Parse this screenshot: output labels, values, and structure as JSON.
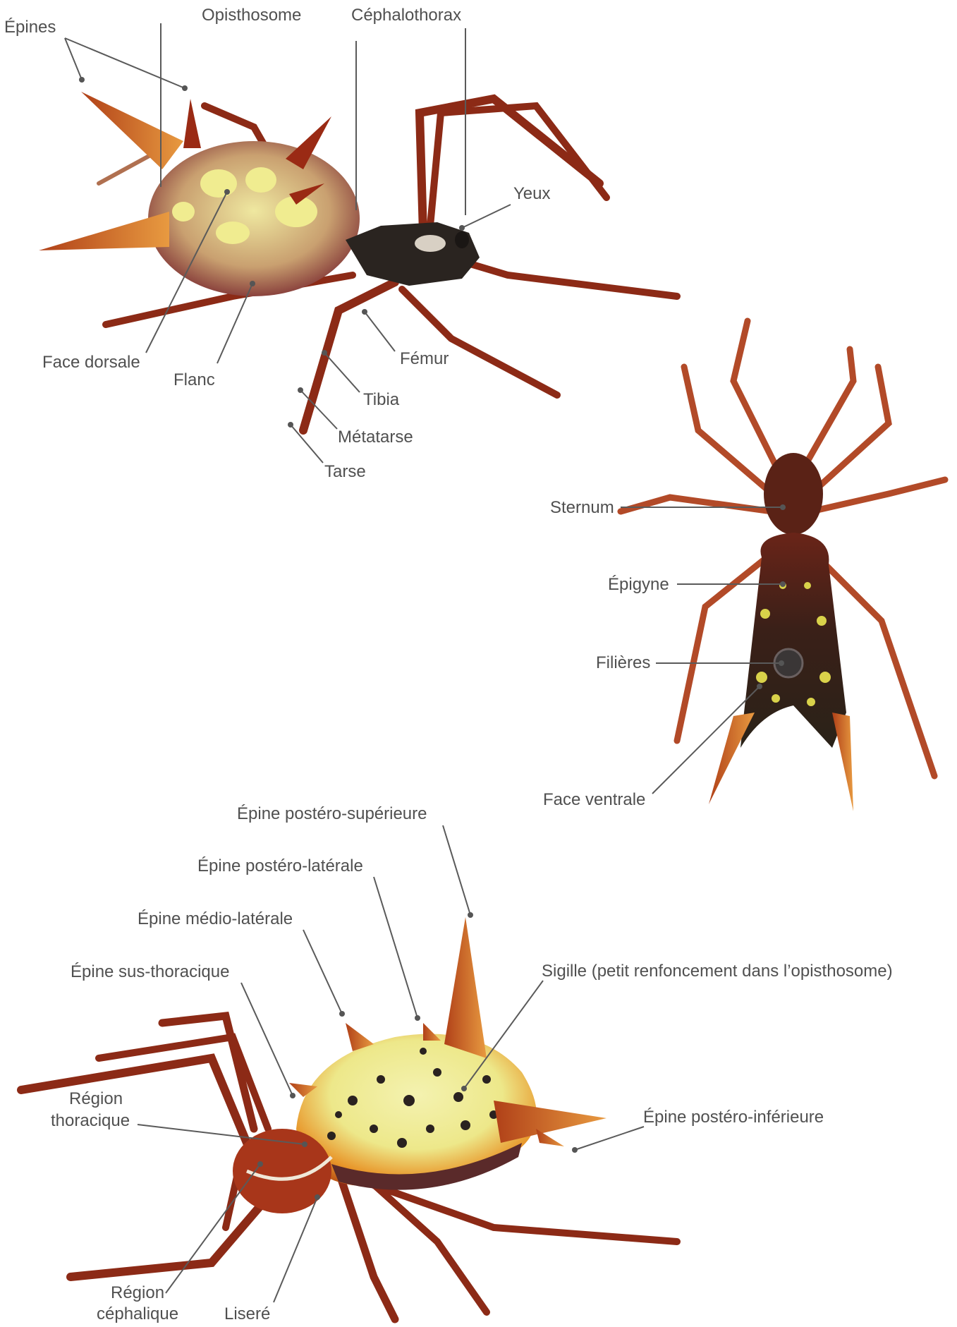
{
  "labels": {
    "epines": "Épines",
    "opisthosome": "Opisthosome",
    "cephalothorax": "Céphalothorax",
    "yeux": "Yeux",
    "face_dorsale": "Face dorsale",
    "flanc": "Flanc",
    "femur": "Fémur",
    "tibia": "Tibia",
    "metatarse": "Métatarse",
    "tarse": "Tarse",
    "sternum": "Sternum",
    "epigyne": "Épigyne",
    "filieres": "Filières",
    "face_ventrale": "Face ventrale",
    "epine_postero_superieure": "Épine postéro-supérieure",
    "epine_postero_laterale": "Épine postéro-latérale",
    "epine_medio_laterale": "Épine médio-latérale",
    "epine_sus_thoracique": "Épine sus-thoracique",
    "sigille": "Sigille (petit renfoncement dans l’opisthosome)",
    "region_thoracique_1": "Région",
    "region_thoracique_2": "thoracique",
    "epine_postero_inferieure": "Épine postéro-inférieure",
    "region_cephalique_1": "Région",
    "region_cephalique_2": "céphalique",
    "lisere": "Liseré"
  },
  "colors": {
    "leg": "#8c2a16",
    "spine": "#c8461e",
    "body_yellow": "#eee98a",
    "body_orange": "#e88a20",
    "dark": "#2a2220"
  }
}
